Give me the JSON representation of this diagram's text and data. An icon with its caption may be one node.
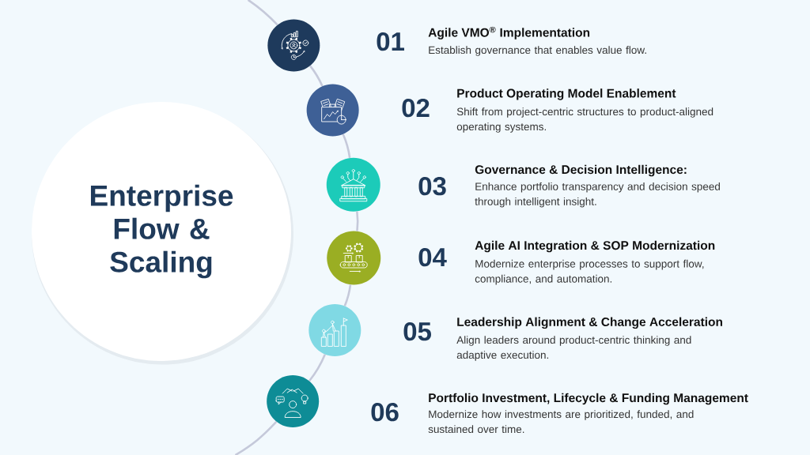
{
  "diagram": {
    "nodes": [
      {
        "text": [
          "Enterprise Flow & Scaling"
        ]
      },
      {
        "text": [],
        "shape": "circle",
        "beside": [
          "01",
          "Agile VMO$^{®}$ Implementation",
          "Establish governance that enables value flow."
        ]
      },
      {
        "text": [],
        "shape": "circle",
        "beside": [
          "02",
          "Product Operating Model Enablement",
          "Shift from project-centric structures to product-aligned operating systems."
        ]
      },
      {
        "text": [],
        "shape": "circle",
        "beside": [
          "03",
          "Governance & Decision Intelligence:",
          "Enhance portfolio transparency and decision speed through intelligent insight."
        ]
      },
      {
        "text": [],
        "shape": "circle",
        "beside": [
          "04",
          "Agile AI Integration & SOP Modernization",
          "Modernize enterprise processes to support flow, compliance, and automation."
        ]
      },
      {
        "text": [],
        "shape": "circle",
        "beside": [
          "05",
          "Leadership Alignment & Change Acceleration",
          "Align leaders around product-centric thinking and adaptive execution."
        ]
      },
      {
        "text": [],
        "shape": "circle",
        "beside": [
          "06",
          "Portfolio Investment, Lifecycle & Funding Management",
          "Modernize how investments are prioritized, funded, and sustained over time."
        ]
      }
    ],
    "edges": [
      {
        "from": null,
        "to": 1,
        "arrow": "none"
      },
      {
        "from": 1,
        "to": 2,
        "arrow": "none"
      },
      {
        "from": 2,
        "to": 3,
        "arrow": "none"
      },
      {
        "from": 3,
        "to": 4,
        "arrow": "none"
      },
      {
        "from": 4,
        "to": 5,
        "arrow": "none"
      },
      {
        "from": 5,
        "to": 6,
        "arrow": "none"
      },
      {
        "from": 6,
        "to": null,
        "arrow": "none"
      }
    ]
  }
}
